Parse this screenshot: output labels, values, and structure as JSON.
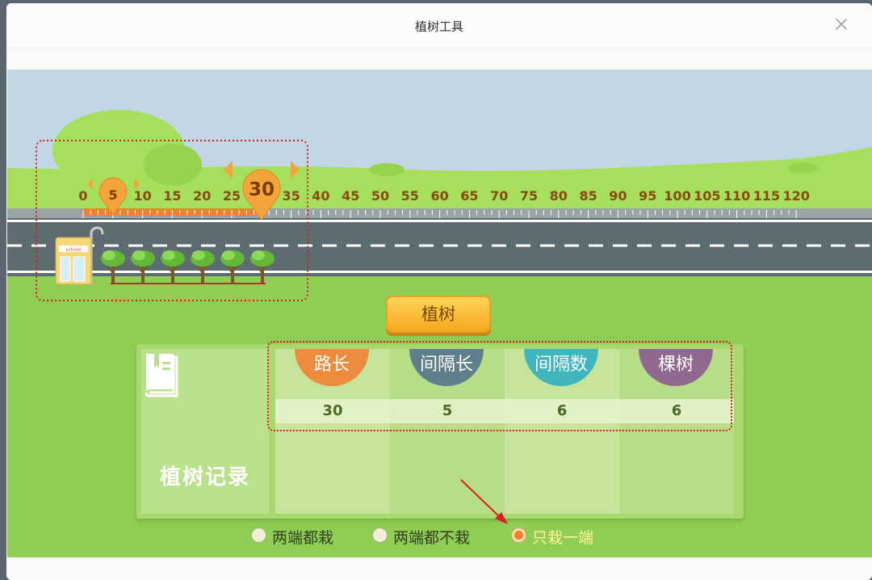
{
  "window": {
    "title": "植树工具"
  },
  "ruler": {
    "ticks": [
      "0",
      "5",
      "10",
      "15",
      "20",
      "25",
      "30",
      "35",
      "40",
      "45",
      "50",
      "55",
      "60",
      "65",
      "70",
      "75",
      "80",
      "85",
      "90",
      "95",
      "100",
      "105",
      "110",
      "115",
      "120"
    ],
    "interval_marker": "5",
    "length_marker": "30"
  },
  "school_sign": "school",
  "plant_button": "植树",
  "record": {
    "label": "植树记录",
    "columns": [
      {
        "header": "路长",
        "value": "30",
        "color": "#ee8a3c"
      },
      {
        "header": "间隔长",
        "value": "5",
        "color": "#607f8a"
      },
      {
        "header": "间隔数",
        "value": "6",
        "color": "#3fb5bd"
      },
      {
        "header": "棵树",
        "value": "6",
        "color": "#8f6a8e"
      }
    ]
  },
  "modes": {
    "options": [
      "两端都栽",
      "两端都不栽",
      "只栽一端"
    ],
    "selected": "只栽一端"
  },
  "tree_count": 6
}
